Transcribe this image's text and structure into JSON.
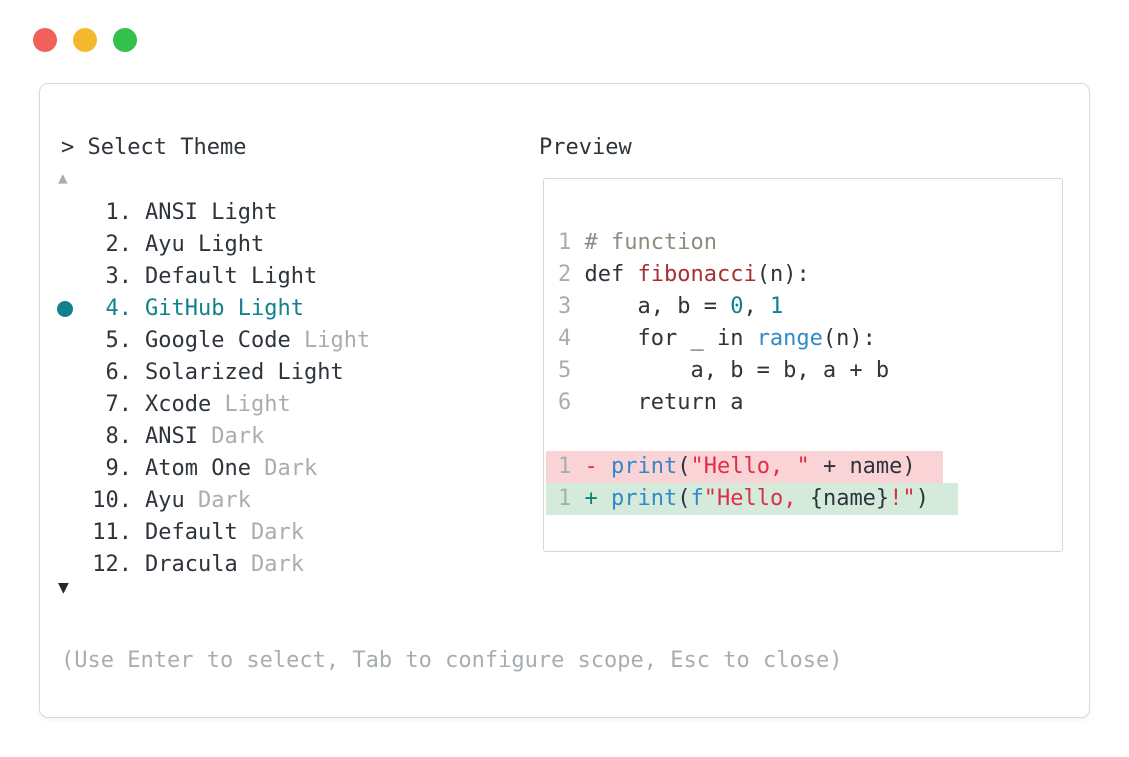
{
  "window": {
    "controls": [
      {
        "name": "close",
        "color": "#f2605a"
      },
      {
        "name": "minimize",
        "color": "#f5b92f"
      },
      {
        "name": "maximize",
        "color": "#33c14b"
      }
    ]
  },
  "picker": {
    "prompt": ">",
    "title": "Select Theme",
    "scroll_up": "▲",
    "scroll_down": "▼",
    "items": [
      {
        "number": "1.",
        "name": "ANSI",
        "suffix": "Light",
        "muted_suffix": false,
        "selected": false
      },
      {
        "number": "2.",
        "name": "Ayu",
        "suffix": "Light",
        "muted_suffix": false,
        "selected": false
      },
      {
        "number": "3.",
        "name": "Default",
        "suffix": "Light",
        "muted_suffix": false,
        "selected": false
      },
      {
        "number": "4.",
        "name": "GitHub",
        "suffix": "Light",
        "muted_suffix": false,
        "selected": true
      },
      {
        "number": "5.",
        "name": "Google Code",
        "suffix": "Light",
        "muted_suffix": true,
        "selected": false
      },
      {
        "number": "6.",
        "name": "Solarized",
        "suffix": "Light",
        "muted_suffix": false,
        "selected": false
      },
      {
        "number": "7.",
        "name": "Xcode",
        "suffix": "Light",
        "muted_suffix": true,
        "selected": false
      },
      {
        "number": "8.",
        "name": "ANSI",
        "suffix": "Dark",
        "muted_suffix": true,
        "selected": false
      },
      {
        "number": "9.",
        "name": "Atom One",
        "suffix": "Dark",
        "muted_suffix": true,
        "selected": false
      },
      {
        "number": "10.",
        "name": "Ayu",
        "suffix": "Dark",
        "muted_suffix": true,
        "selected": false
      },
      {
        "number": "11.",
        "name": "Default",
        "suffix": "Dark",
        "muted_suffix": true,
        "selected": false
      },
      {
        "number": "12.",
        "name": "Dracula",
        "suffix": "Dark",
        "muted_suffix": true,
        "selected": false
      }
    ],
    "footer_hint": "(Use Enter to select, Tab to configure scope, Esc to close)"
  },
  "preview": {
    "title": "Preview",
    "code_lines": [
      {
        "num": "1",
        "tokens": [
          {
            "t": "# function",
            "c": "comment"
          }
        ]
      },
      {
        "num": "2",
        "tokens": [
          {
            "t": "def ",
            "c": "plain"
          },
          {
            "t": "fibonacci",
            "c": "func"
          },
          {
            "t": "(n):",
            "c": "plain"
          }
        ]
      },
      {
        "num": "3",
        "tokens": [
          {
            "t": "    a, b = ",
            "c": "plain"
          },
          {
            "t": "0",
            "c": "number"
          },
          {
            "t": ", ",
            "c": "plain"
          },
          {
            "t": "1",
            "c": "number"
          }
        ]
      },
      {
        "num": "4",
        "tokens": [
          {
            "t": "    for _ in ",
            "c": "plain"
          },
          {
            "t": "range",
            "c": "builtin"
          },
          {
            "t": "(n):",
            "c": "plain"
          }
        ]
      },
      {
        "num": "5",
        "tokens": [
          {
            "t": "        a, b = b, a + b",
            "c": "plain"
          }
        ]
      },
      {
        "num": "6",
        "tokens": [
          {
            "t": "    return a",
            "c": "plain"
          }
        ]
      }
    ],
    "diff_lines": [
      {
        "num": "1",
        "kind": "removed",
        "tokens": [
          {
            "t": "- ",
            "c": "removed-sign"
          },
          {
            "t": "print",
            "c": "builtin"
          },
          {
            "t": "(",
            "c": "plain"
          },
          {
            "t": "\"Hello, \"",
            "c": "string"
          },
          {
            "t": " + name)",
            "c": "plain"
          }
        ]
      },
      {
        "num": "1",
        "kind": "added",
        "tokens": [
          {
            "t": "+ ",
            "c": "added-sign"
          },
          {
            "t": "print",
            "c": "builtin"
          },
          {
            "t": "(",
            "c": "plain"
          },
          {
            "t": "f",
            "c": "builtin"
          },
          {
            "t": "\"Hello, ",
            "c": "string"
          },
          {
            "t": "{name}",
            "c": "plain"
          },
          {
            "t": "!\"",
            "c": "string"
          },
          {
            "t": ")",
            "c": "plain"
          }
        ]
      }
    ]
  },
  "colors": {
    "accent_teal": "#11818b",
    "text_dark": "#2e343b",
    "text_muted": "#a8adb2",
    "comment": "#878f7d",
    "function_red": "#a82f33",
    "string_red": "#e02e48",
    "builtin_blue": "#3389c8",
    "number_teal": "#0f808c",
    "added_green": "#0e8372",
    "removed_bg": "#f9d3d6",
    "added_bg": "#d4ebdc"
  }
}
